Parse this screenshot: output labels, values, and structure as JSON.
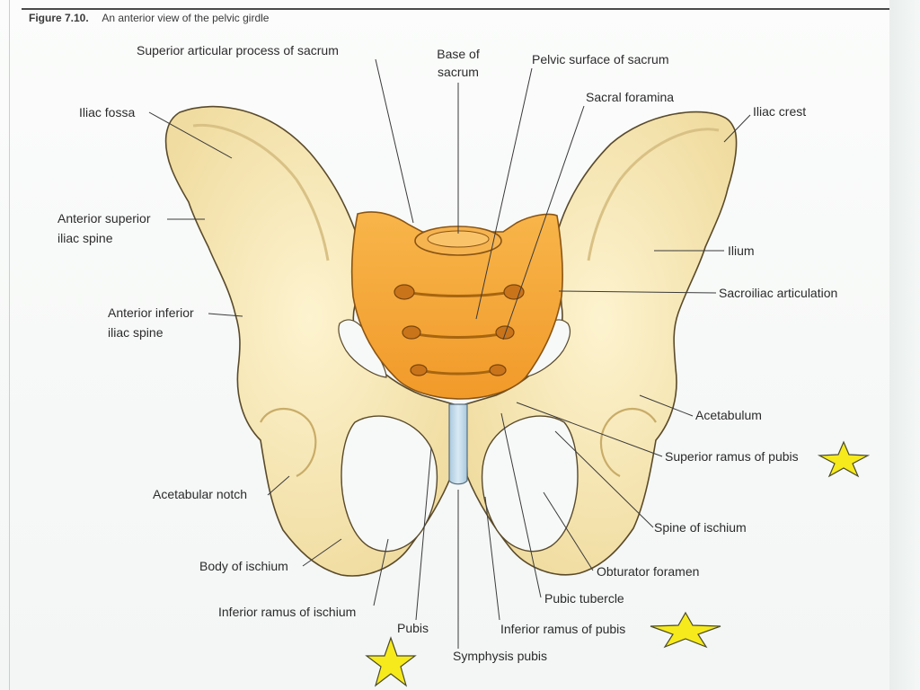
{
  "figure": {
    "number": "Figure 7.10.",
    "title": "An anterior view of the pelvic girdle"
  },
  "labels": {
    "superior_articular_process": "Superior articular process of sacrum",
    "base_of_sacrum_1": "Base of",
    "base_of_sacrum_2": "sacrum",
    "pelvic_surface": "Pelvic surface of sacrum",
    "sacral_foramina": "Sacral foramina",
    "iliac_fossa": "Iliac fossa",
    "iliac_crest": "Iliac crest",
    "asis_1": "Anterior superior",
    "asis_2": "iliac spine",
    "ilium": "Ilium",
    "sacroiliac": "Sacroiliac articulation",
    "aiis_1": "Anterior inferior",
    "aiis_2": "iliac spine",
    "acetabulum": "Acetabulum",
    "superior_ramus": "Superior ramus of pubis",
    "acetabular_notch": "Acetabular notch",
    "spine_of_ischium": "Spine of ischium",
    "body_of_ischium": "Body of ischium",
    "obturator_foramen": "Obturator foramen",
    "pubic_tubercle": "Pubic tubercle",
    "inferior_ramus_ischium": "Inferior ramus of ischium",
    "pubis": "Pubis",
    "inferior_ramus_pubis": "Inferior ramus of pubis",
    "symphysis_pubis": "Symphysis pubis"
  },
  "colors": {
    "bone": "#f6e7b6",
    "bone_shade": "#e6cf8e",
    "sacrum": "#f5a93a",
    "sacrum_shade": "#e08a1f",
    "cartilage": "#bcd7e8",
    "outline": "#5a4a2a",
    "leader": "#3a3a3a",
    "star": "#f7ea1c"
  }
}
